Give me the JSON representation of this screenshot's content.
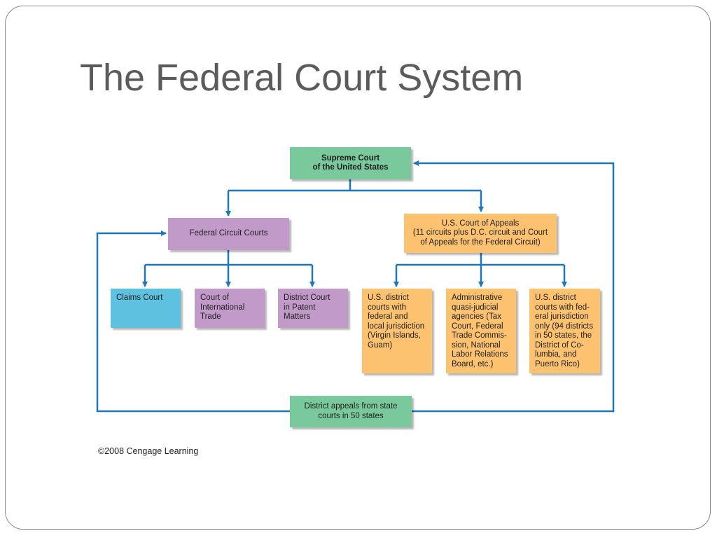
{
  "slide": {
    "title": "The Federal Court System",
    "copyright": "©2008 Cengage Learning"
  },
  "nodes": {
    "supreme_court": "Supreme Court\nof the United States",
    "federal_circuit_courts": "Federal Circuit Courts",
    "court_of_appeals": "U.S. Court of Appeals\n(11 circuits plus D.C. circuit and Court\nof Appeals for the Federal Circuit)",
    "claims_court": "Claims Court",
    "court_of_international_trade": "Court of\nInternational\nTrade",
    "district_court_patent": "District Court\nin Patent\nMatters",
    "district_courts_federal_local": "U.S. district\ncourts with\nfederal and\nlocal jurisdiction\n(Virgin Islands,\nGuam)",
    "administrative_agencies": "Administrative\nquasi-judicial\nagencies (Tax\nCourt, Federal\nTrade Commis-\nsion, National\nLabor Relations\nBoard, etc.)",
    "district_courts_federal_only": "U.S. district\ncourts with fed-\neral jurisdiction\nonly (94 districts\nin 50 states, the\nDistrict of Co-\nlumbia, and\nPuerto Rico)",
    "district_appeals_state": "District appeals from state\ncourts in 50 states"
  },
  "colors": {
    "green": "#79c99c",
    "purple": "#c19ac9",
    "orange": "#fdc26f",
    "blue": "#5ec1e0",
    "arrow": "#1f77b8",
    "title_text": "#5b5b5b"
  }
}
